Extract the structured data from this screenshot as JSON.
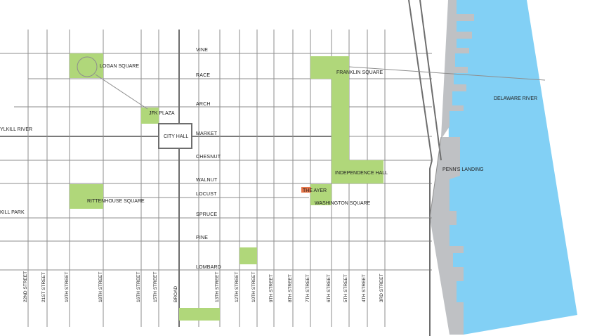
{
  "colors": {
    "park": "#b0d77a",
    "water": "#82d0f5",
    "shore": "#bfc1c4",
    "road": "#8e8e8e",
    "highlight": "#e6764a",
    "background": "#ffffff"
  },
  "streets": {
    "vine": "VINE",
    "race": "RACE",
    "arch": "ARCH",
    "market": "MARKET",
    "chesnut": "CHESNUT",
    "walnut": "WALNUT",
    "locust": "LOCUST",
    "spruce": "SPRUCE",
    "pine": "PINE",
    "lombard": "LOMBARD"
  },
  "cross_streets": [
    "22ND STREET",
    "21ST STREET",
    "19TH STREET",
    "18TH STREET",
    "16TH STREET",
    "15TH STREET",
    "BROAD",
    "13TH STREET",
    "12TH STREET",
    "10TH STREET",
    "9TH STREET",
    "8TH STREET",
    "7TH STREET",
    "6TH STREET",
    "5TH STREET",
    "4TH STREET",
    "3RD STREET"
  ],
  "places": {
    "logan_square": "LOGAN SQUARE",
    "franklin_square": "FRANKLIN SQUARE",
    "jfk_plaza": "JFK PLAZA",
    "city_hall": "CITY HALL",
    "independence_hall": "INDEPENDENCE HALL",
    "the_ayer": "THE AYER",
    "washington_square": "WASHINGTON SQUARE",
    "rittenhouse_square": "RITTENHOUSE SQUARE",
    "delaware_river": "DELAWARE RIVER",
    "penns_landing": "PENN'S LANDING",
    "schuylkill_river": "YLKILL RIVER",
    "schuylkill_park": "KILL PARK"
  }
}
